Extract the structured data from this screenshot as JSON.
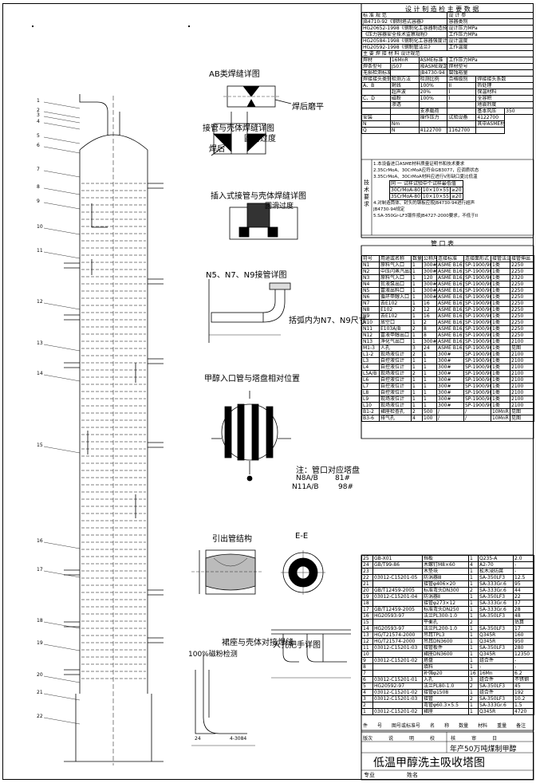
{
  "sheet": {
    "title": "低温甲醇洗主吸收塔图",
    "project": "年产50万吨煤制甲醇",
    "row_specialty": "专业",
    "row_name": "姓名",
    "table_row_labels": [
      "版次",
      "说",
      "明",
      "校",
      "核",
      "审",
      "日"
    ]
  },
  "details": {
    "ab_weld": "AB类焊缝详图",
    "grind": "焊后磨平",
    "nozzle_shell": "接管与壳体焊缝详图",
    "fillet_a": "焊后",
    "fillet_b": "圆滑过度",
    "insert_nozzle": "插入式接管与壳体焊缝详图",
    "insert_fillet": "圆滑过度",
    "n_pipe": "N5、N7、N9接管详图",
    "paren_note": "括弧内为N7、N9尺寸",
    "methanol_inlet": "甲醇入口管与塔盘相对位置",
    "note_label": "注：管口对应塔盘",
    "note_row1_a": "N8A/B",
    "note_row1_b": "81#",
    "note_row2_a": "N11A/B",
    "note_row2_b": "98#",
    "outlet": "引出管结构",
    "section_ee": "E-E",
    "skirt_weld": "裙座与壳体对接焊缝",
    "handle": "人孔把手详图",
    "rt100": "100%磁粉检测",
    "dim1": "24",
    "dim2": "4-3084"
  },
  "design_data": {
    "title": "设  计  制  造  检  主  要  数  据",
    "col_std": "标  准  规  范",
    "col_design": "设  计  参",
    "std_rows": [
      "JB4710-92《钢制塔式容器》",
      "HG20652-1998《钢制化工容器制造技术》",
      "《压力容器安全技术监察规程》",
      "HG20584-1998《钢制化工容器强度计算》",
      "HG20592-1998《钢制管法兰》"
    ],
    "design_rows": [
      "容器类别",
      "设计压力MPa",
      "工作压力MPa",
      "设计温度",
      "工作温度"
    ],
    "weld_title": "主  要  焊  接  材  料  设计规范",
    "mat_rows": [
      [
        "焊材",
        "16MnR",
        "ASME标准",
        "工作压力MPa"
      ],
      [
        "焊条型号",
        "J507",
        "按ASME规定",
        "焊材型号"
      ],
      [
        "无损检测标准",
        "",
        "JB4730-94",
        "腐蚀裕量"
      ],
      [
        "焊接接头类别",
        "检测方法",
        "检测比例",
        "合格级别",
        "焊接接头系数"
      ],
      [
        "A、B",
        "射线",
        "100%",
        "II",
        "热处理"
      ],
      [
        "",
        "超声波",
        "20%",
        "I",
        "保温材料"
      ],
      [
        "C、D",
        "磁粉",
        "100%",
        "I",
        "全容积"
      ],
      [
        "",
        "渗透",
        "",
        "",
        "地震烈度"
      ]
    ],
    "sign_rows": [
      [
        "",
        "",
        "支承载荷",
        "",
        "基本风压",
        "350"
      ],
      [
        "安装",
        "",
        "操作压力",
        "试验设备",
        "4122700"
      ],
      [
        "N",
        "Nm",
        "",
        "",
        "其中ASME材料-3010"
      ],
      [
        "Q",
        "N",
        "4122700",
        "1162700",
        ""
      ]
    ]
  },
  "tech": {
    "label": "技术要求",
    "items": [
      "1.本设备进口ASME材料质量证明书和技术要求",
      "2.35CrMoA、30CrMoA应符合GB3077，应调质状态",
      "3.35CrMoA、30CrMoA材料应进行V形缺口夏比低温",
      "4.对制造筒体、封头的钢板应按JB4730-94进行超声",
      "JB4730-94规定",
      "5.SA-350Gr-LF3锻件按JB4727-2000要求，不低于II"
    ],
    "sub_header": [
      "同  一  试样试验中个试样最低值"
    ],
    "sub_rows": [
      [
        "30CrMoA-80",
        "10×10×55",
        "≥20"
      ],
      [
        "35CrMoA-80",
        "10×10×55",
        "≥20"
      ]
    ]
  },
  "nozzles": {
    "title": "管  口  表",
    "headers": [
      "符号",
      "用途或名称",
      "数量",
      "公称尺寸",
      "连接标准",
      "连接面形式",
      "接管法兰",
      "接管伸出"
    ],
    "rows": [
      [
        "N1",
        "原料气入口",
        "1",
        "300#",
        "ASME B16.5WN",
        "SP-1900/900",
        "1类",
        "2250"
      ],
      [
        "N2",
        "中压闪蒸汽出口",
        "1",
        "300#",
        "ASME B16.5WN",
        "SP-1900/900",
        "1类",
        "2250"
      ],
      [
        "N3",
        "原料气入口",
        "1",
        "120",
        "ASME B16.5WN",
        "SP-1900/900",
        "1类",
        "2320"
      ],
      [
        "N4",
        "贫液泵出口",
        "1",
        "300#",
        "ASME B16.5WN",
        "SP-1900/900",
        "1类",
        "2250"
      ],
      [
        "N5",
        "富液出料口",
        "1",
        "300#",
        "ASME B16.5WN",
        "SP-1900/900",
        "1类",
        "2250"
      ],
      [
        "N6",
        "循环甲醇入口",
        "1",
        "300#",
        "ASME B16.5WN",
        "SP-1900/900",
        "1类",
        "2250"
      ],
      [
        "N7",
        "去E102",
        "1",
        "16",
        "ASME B16.5WN",
        "SP-1900/900",
        "1类",
        "2250"
      ],
      [
        "N8",
        "E102",
        "2",
        "12",
        "ASME B16.5WN",
        "SP-1900/900",
        "1类",
        "2250"
      ],
      [
        "N9",
        "去E102",
        "1",
        "16",
        "ASME B16.5WN",
        "SP-1900/900",
        "1类",
        "2250"
      ],
      [
        "N10",
        "放空口",
        "1",
        "2",
        "ASME B16.5WN",
        "SP-1900/900",
        "1类",
        "2250"
      ],
      [
        "N11",
        "E103A/B",
        "2",
        "8",
        "ASME B16.5WN",
        "SP-1900/900",
        "1类",
        "2250"
      ],
      [
        "N12",
        "富液甲醇出口",
        "1",
        "8",
        "ASME B16.5WN",
        "SP-1900/900",
        "1类",
        "2250"
      ],
      [
        "N13",
        "净化气出口",
        "1",
        "300#",
        "ASME B16.5WN",
        "SP-1900/900",
        "1类",
        "2100"
      ],
      [
        "M1-3",
        "人孔",
        "3",
        "24",
        "ASME B16.5WN",
        "SP-1900/900",
        "1类",
        "见图"
      ],
      [
        "L1-2",
        "现场液位计",
        "2",
        "1",
        "300#",
        "SP-1900/900",
        "1类",
        "2100"
      ],
      [
        "L3",
        "自控液位计",
        "1",
        "1",
        "300#",
        "SP-1900/900",
        "1类",
        "2100"
      ],
      [
        "L4",
        "自控液位计",
        "1",
        "1",
        "300#",
        "SP-1900/900",
        "1类",
        "2100"
      ],
      [
        "L5A/B",
        "现场液位计",
        "2",
        "1",
        "300#",
        "SP-1900/900",
        "1类",
        "2100"
      ],
      [
        "L6",
        "自控液位计",
        "1",
        "1",
        "300#",
        "SP-1900/900",
        "1类",
        "2100"
      ],
      [
        "L7",
        "自控液位计",
        "1",
        "1",
        "300#",
        "SP-1900/900",
        "1类",
        "2100"
      ],
      [
        "L8",
        "自控液位计",
        "1",
        "1",
        "300#",
        "SP-1900/900",
        "1类",
        "2100"
      ],
      [
        "L9",
        "现场液位计",
        "1",
        "1",
        "300#",
        "SP-1900/900",
        "1类",
        "2100"
      ],
      [
        "L10",
        "现场液位计",
        "1",
        "1",
        "300#",
        "SP-1900/900",
        "1类",
        "2100"
      ],
      [
        "B1-2",
        "裙座检查孔",
        "2",
        "500",
        "/",
        "/",
        "10MnR",
        "见图"
      ],
      [
        "B3-6",
        "排气孔",
        "4",
        "100",
        "/",
        "/",
        "10MnR",
        "见图"
      ]
    ]
  },
  "parts": {
    "headers": [
      "件",
      "号",
      "图号或标准号",
      "名",
      "称",
      "数量",
      "材料",
      "重量",
      "备注"
    ],
    "rows": [
      [
        "25",
        "GB-X01",
        "挡板",
        "1",
        "Q235-A",
        "2.0"
      ],
      [
        "24",
        "GB/T99-86",
        "木螺钉M8×60",
        "4",
        "A2-70",
        "-"
      ],
      [
        "23",
        "",
        "木垫块",
        "1",
        "松木浸防腐",
        "-"
      ],
      [
        "22",
        "03012-C15201-05",
        "防涡器Ⅲ",
        "1",
        "SA-350LF3",
        "12.5"
      ],
      [
        "21",
        "",
        "接管φ406×20",
        "1",
        "SA-333Gr.6",
        "95"
      ],
      [
        "20",
        "GB/T12459-2005",
        "标准弯头DN300",
        "2",
        "SA-333Gr.6",
        "44"
      ],
      [
        "19",
        "03012-C15201-04",
        "防涡器Ⅱ",
        "1",
        "SA-350LF3",
        "22"
      ],
      [
        "18",
        "",
        "接管φ273×12",
        "1",
        "SA-333Gr.6",
        "37"
      ],
      [
        "17",
        "GB/T12459-2005",
        "标准弯头DN250",
        "1",
        "SA-333Gr.6",
        "28"
      ],
      [
        "16",
        "HG20593-97",
        "法兰PL300-1.0",
        "1",
        "SA-350LF3",
        "48"
      ],
      [
        "15",
        "",
        "平衡孔",
        "2",
        "",
        "估算"
      ],
      [
        "14",
        "HG20593-97",
        "法兰PL200-1.0",
        "1",
        "SA-350LF3",
        "17"
      ],
      [
        "13",
        "HG/T21574-2000",
        "吊耳TPL3",
        "1",
        "Q345R",
        "160"
      ],
      [
        "12",
        "HG/T21574-2000",
        "吊耳DN3600",
        "1",
        "Q345R",
        "950"
      ],
      [
        "11",
        "03012-C15201-03",
        "接管板件",
        "1",
        "SA-350LF3",
        "280"
      ],
      [
        "10",
        "",
        "裙座DN3600",
        "1",
        "Q345R",
        "12350"
      ],
      [
        "9",
        "03012-C15201-02",
        "塔盘",
        "1",
        "组合件",
        "-"
      ],
      [
        "8",
        "",
        "填料",
        "1",
        "-",
        "-"
      ],
      [
        "7",
        "",
        "补强φ20",
        "16",
        "16Mn",
        "6.2"
      ],
      [
        "6",
        "03012-C15201-01",
        "入孔",
        "3",
        "组合件",
        "不锈钢"
      ],
      [
        "5",
        "HG20592-97",
        "法兰PL80-1.0",
        "2",
        "SA-350LF3",
        "45"
      ],
      [
        "4",
        "03012-C15201-02",
        "接管φ1508",
        "1",
        "组合件",
        "192"
      ],
      [
        "3",
        "03012-C15201-03",
        "接管",
        "2",
        "SA-350LF3",
        "10.2"
      ],
      [
        "2",
        "",
        "弯管φ60.3×5.5",
        "1",
        "SA-333Gr.6",
        "1.5"
      ],
      [
        "1",
        "03012-C15201-02",
        "裙座",
        "1",
        "Q345R",
        "4720"
      ]
    ]
  },
  "left_labels": [
    "1",
    "2",
    "3",
    "4",
    "5",
    "6",
    "7",
    "8",
    "9",
    "10",
    "11",
    "12",
    "13",
    "14",
    "15",
    "16",
    "17",
    "18",
    "19",
    "20",
    "21",
    "22"
  ]
}
